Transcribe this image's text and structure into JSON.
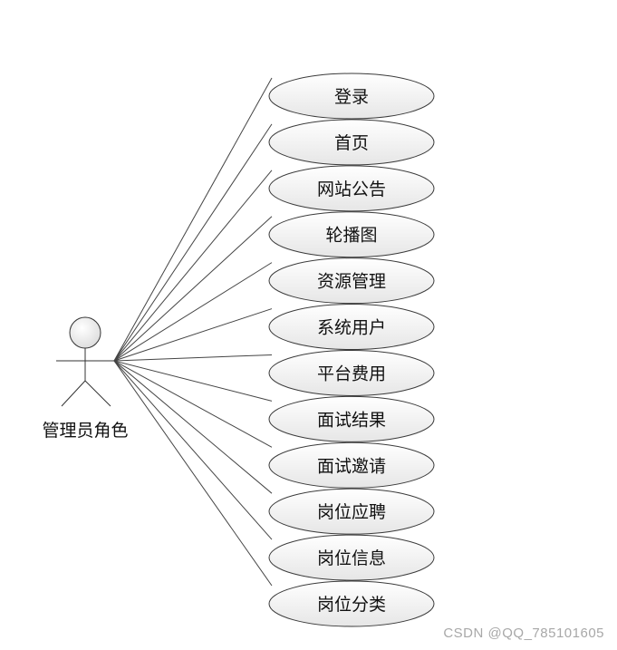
{
  "actor": {
    "label": "管理员角色"
  },
  "use_cases": [
    {
      "label": "登录"
    },
    {
      "label": "首页"
    },
    {
      "label": "网站公告"
    },
    {
      "label": "轮播图"
    },
    {
      "label": "资源管理"
    },
    {
      "label": "系统用户"
    },
    {
      "label": "平台费用"
    },
    {
      "label": "面试结果"
    },
    {
      "label": "面试邀请"
    },
    {
      "label": "岗位应聘"
    },
    {
      "label": "岗位信息"
    },
    {
      "label": "岗位分类"
    }
  ],
  "watermark": "CSDN @QQ_785101605",
  "colors": {
    "line": "#444444",
    "ellipse_fill": "#eeeeee",
    "text": "#111111",
    "watermark": "#a8a8a8"
  }
}
